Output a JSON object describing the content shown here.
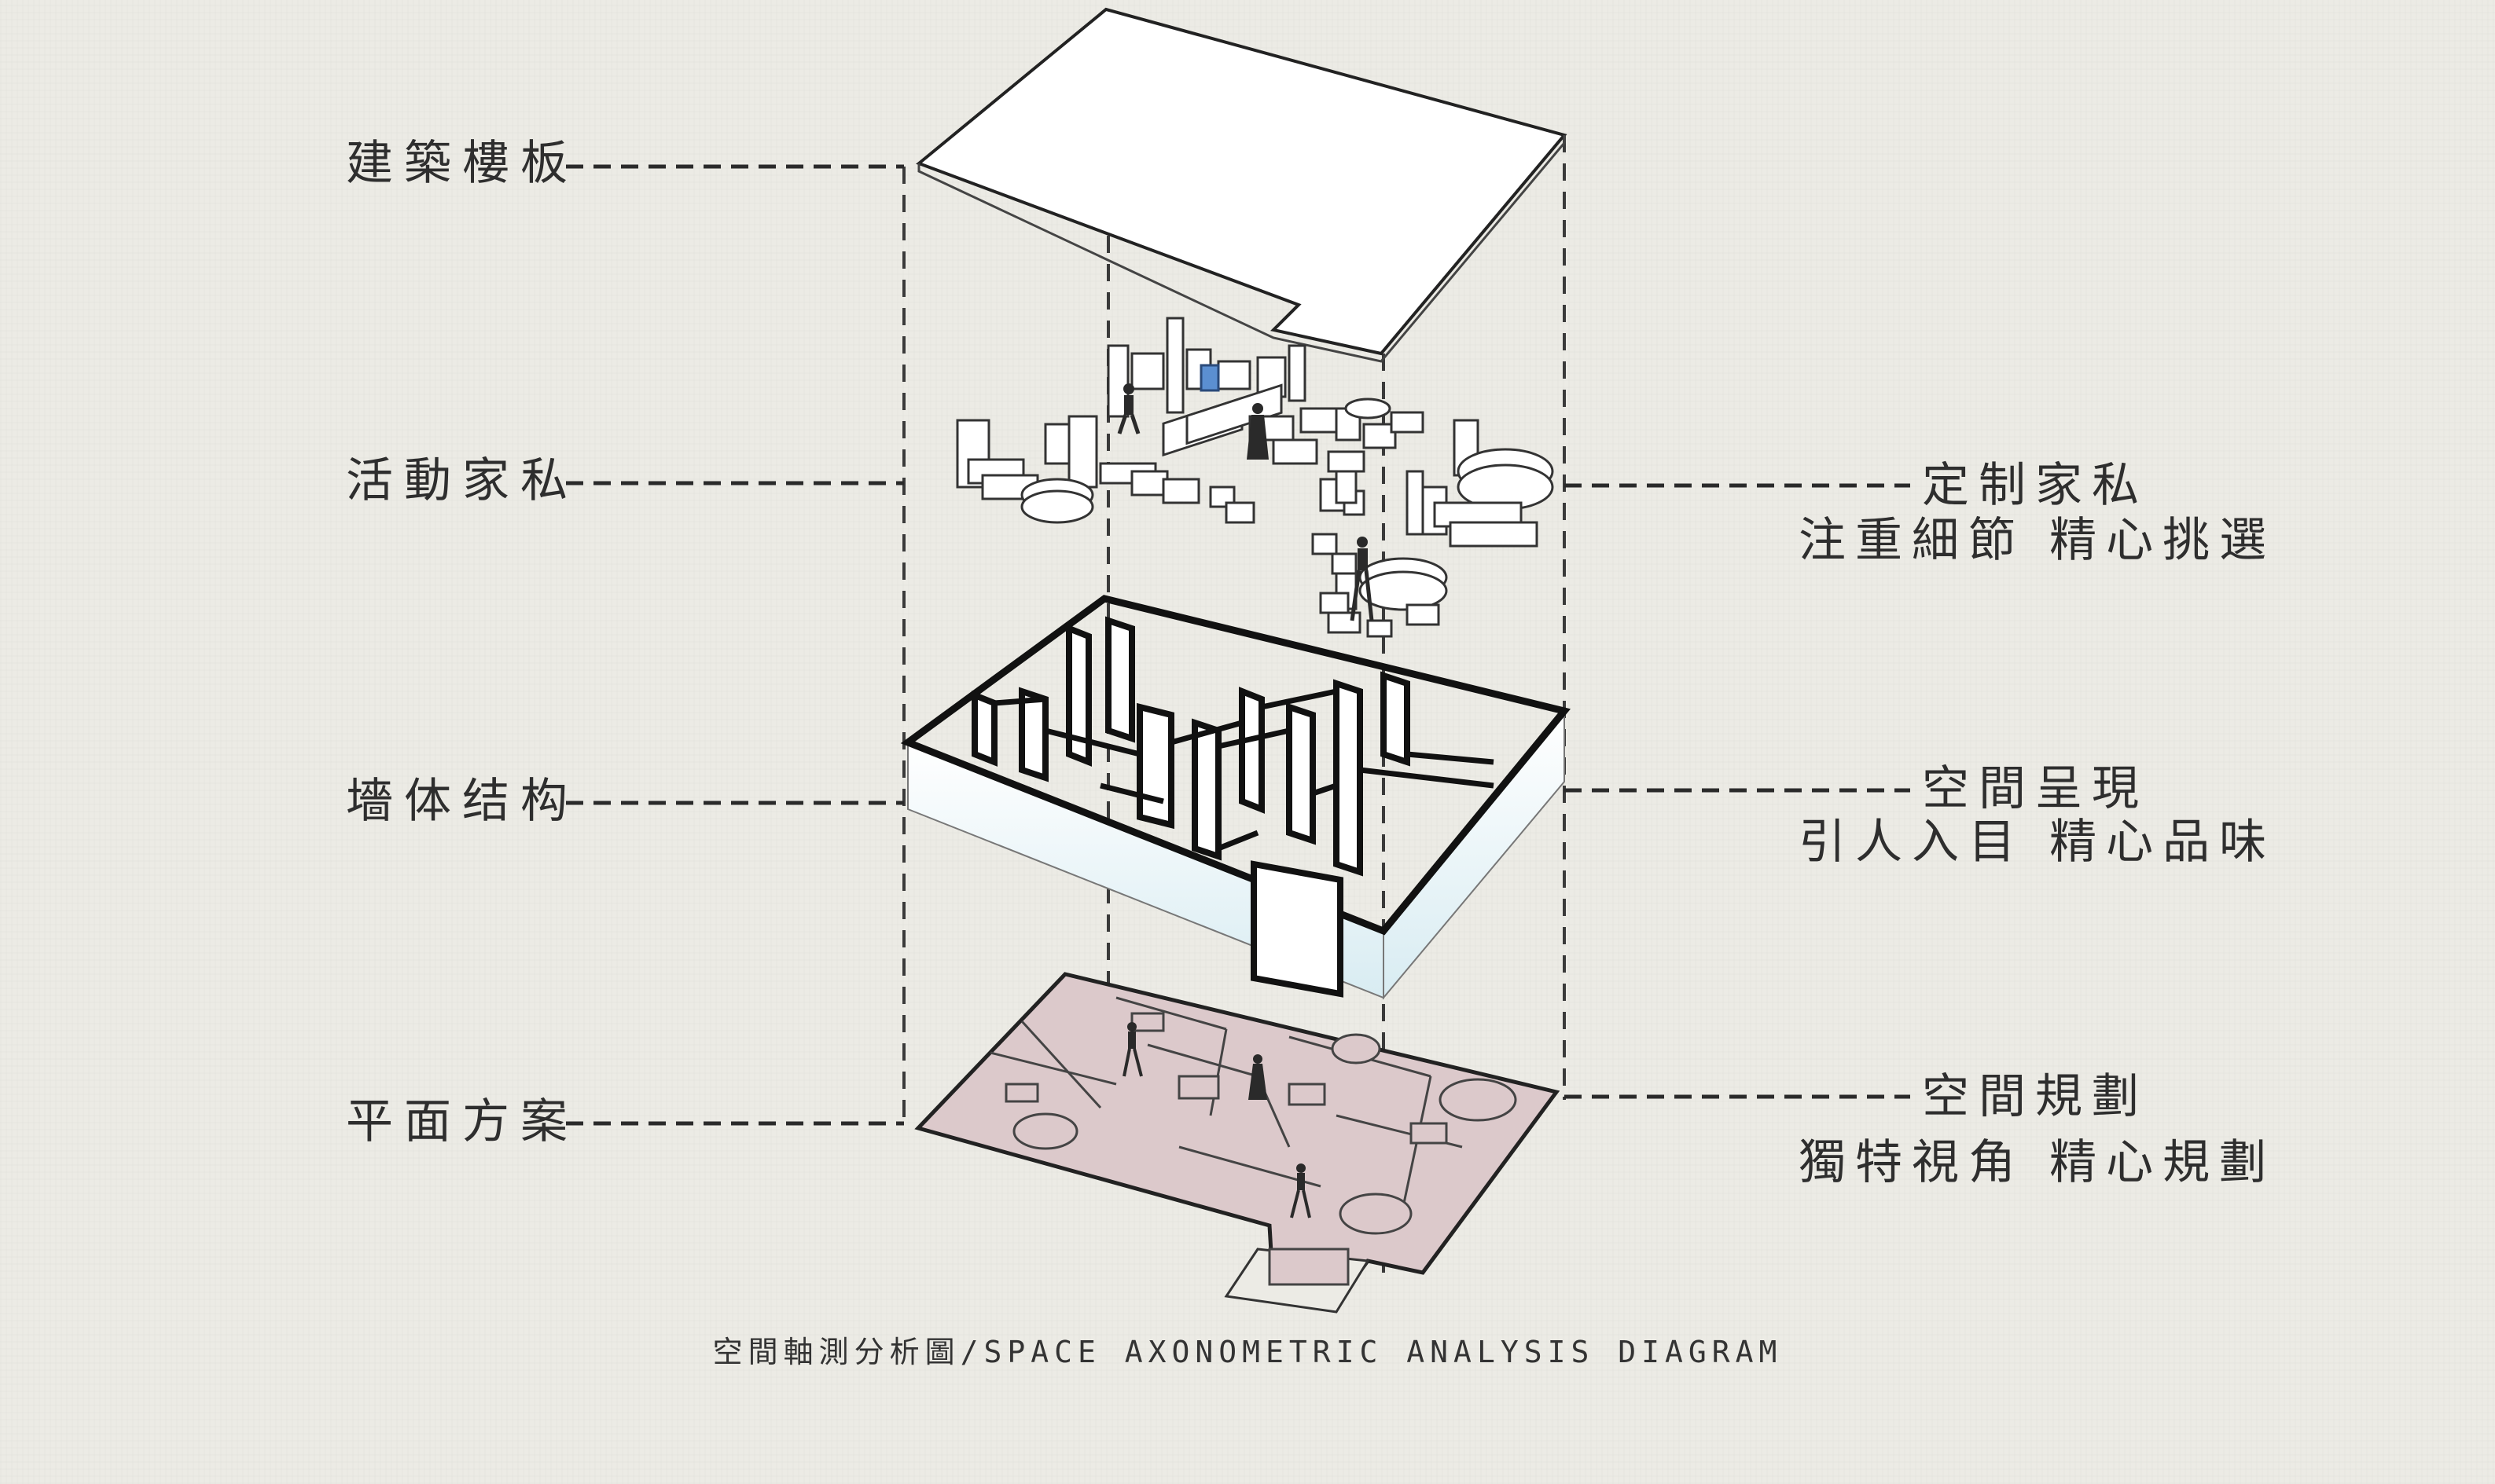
{
  "layers": {
    "slab": {
      "label": "建築樓板"
    },
    "furniture": {
      "label": "活動家私",
      "note_title": "定制家私",
      "note_sub": "注重細節 精心挑選"
    },
    "walls": {
      "label": "墻体结构",
      "note_title": "空間呈現",
      "note_sub": "引人入目 精心品味"
    },
    "plan": {
      "label": "平面方案",
      "note_title": "空間規劃",
      "note_sub": "獨特視角 精心規劃"
    }
  },
  "caption": "空間軸測分析圖/SPACE AXONOMETRIC ANALYSIS DIAGRAM",
  "colors": {
    "background": "#ecebe5",
    "ink": "#2e2e2e",
    "plan_fill": "#dcc9cb",
    "glass": "#cfe6ee",
    "chair_accent": "#5b8fd1"
  }
}
